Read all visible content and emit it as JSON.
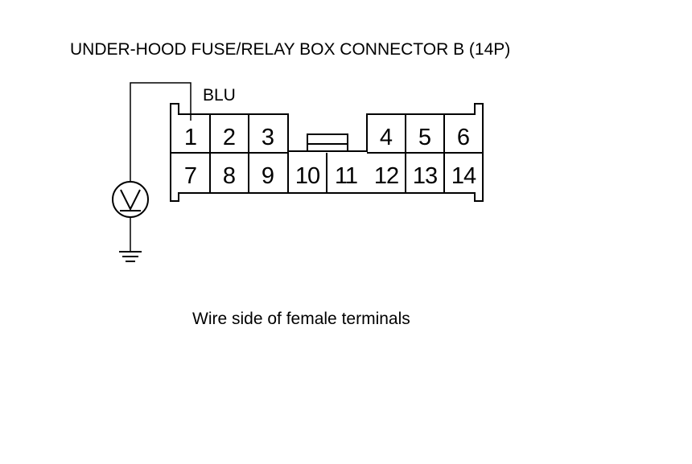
{
  "title": "UNDER-HOOD FUSE/RELAY BOX CONNECTOR B (14P)",
  "wire_color": "BLU",
  "caption": "Wire side of female terminals",
  "terminals_top": [
    "1",
    "2",
    "3",
    "4",
    "5",
    "6"
  ],
  "terminals_bottom": [
    "7",
    "8",
    "9",
    "10",
    "11",
    "12",
    "13",
    "14"
  ],
  "meter_icon": "voltmeter-icon",
  "ground_icon": "ground-icon",
  "colors": {
    "line": "#000000",
    "background": "#ffffff"
  }
}
